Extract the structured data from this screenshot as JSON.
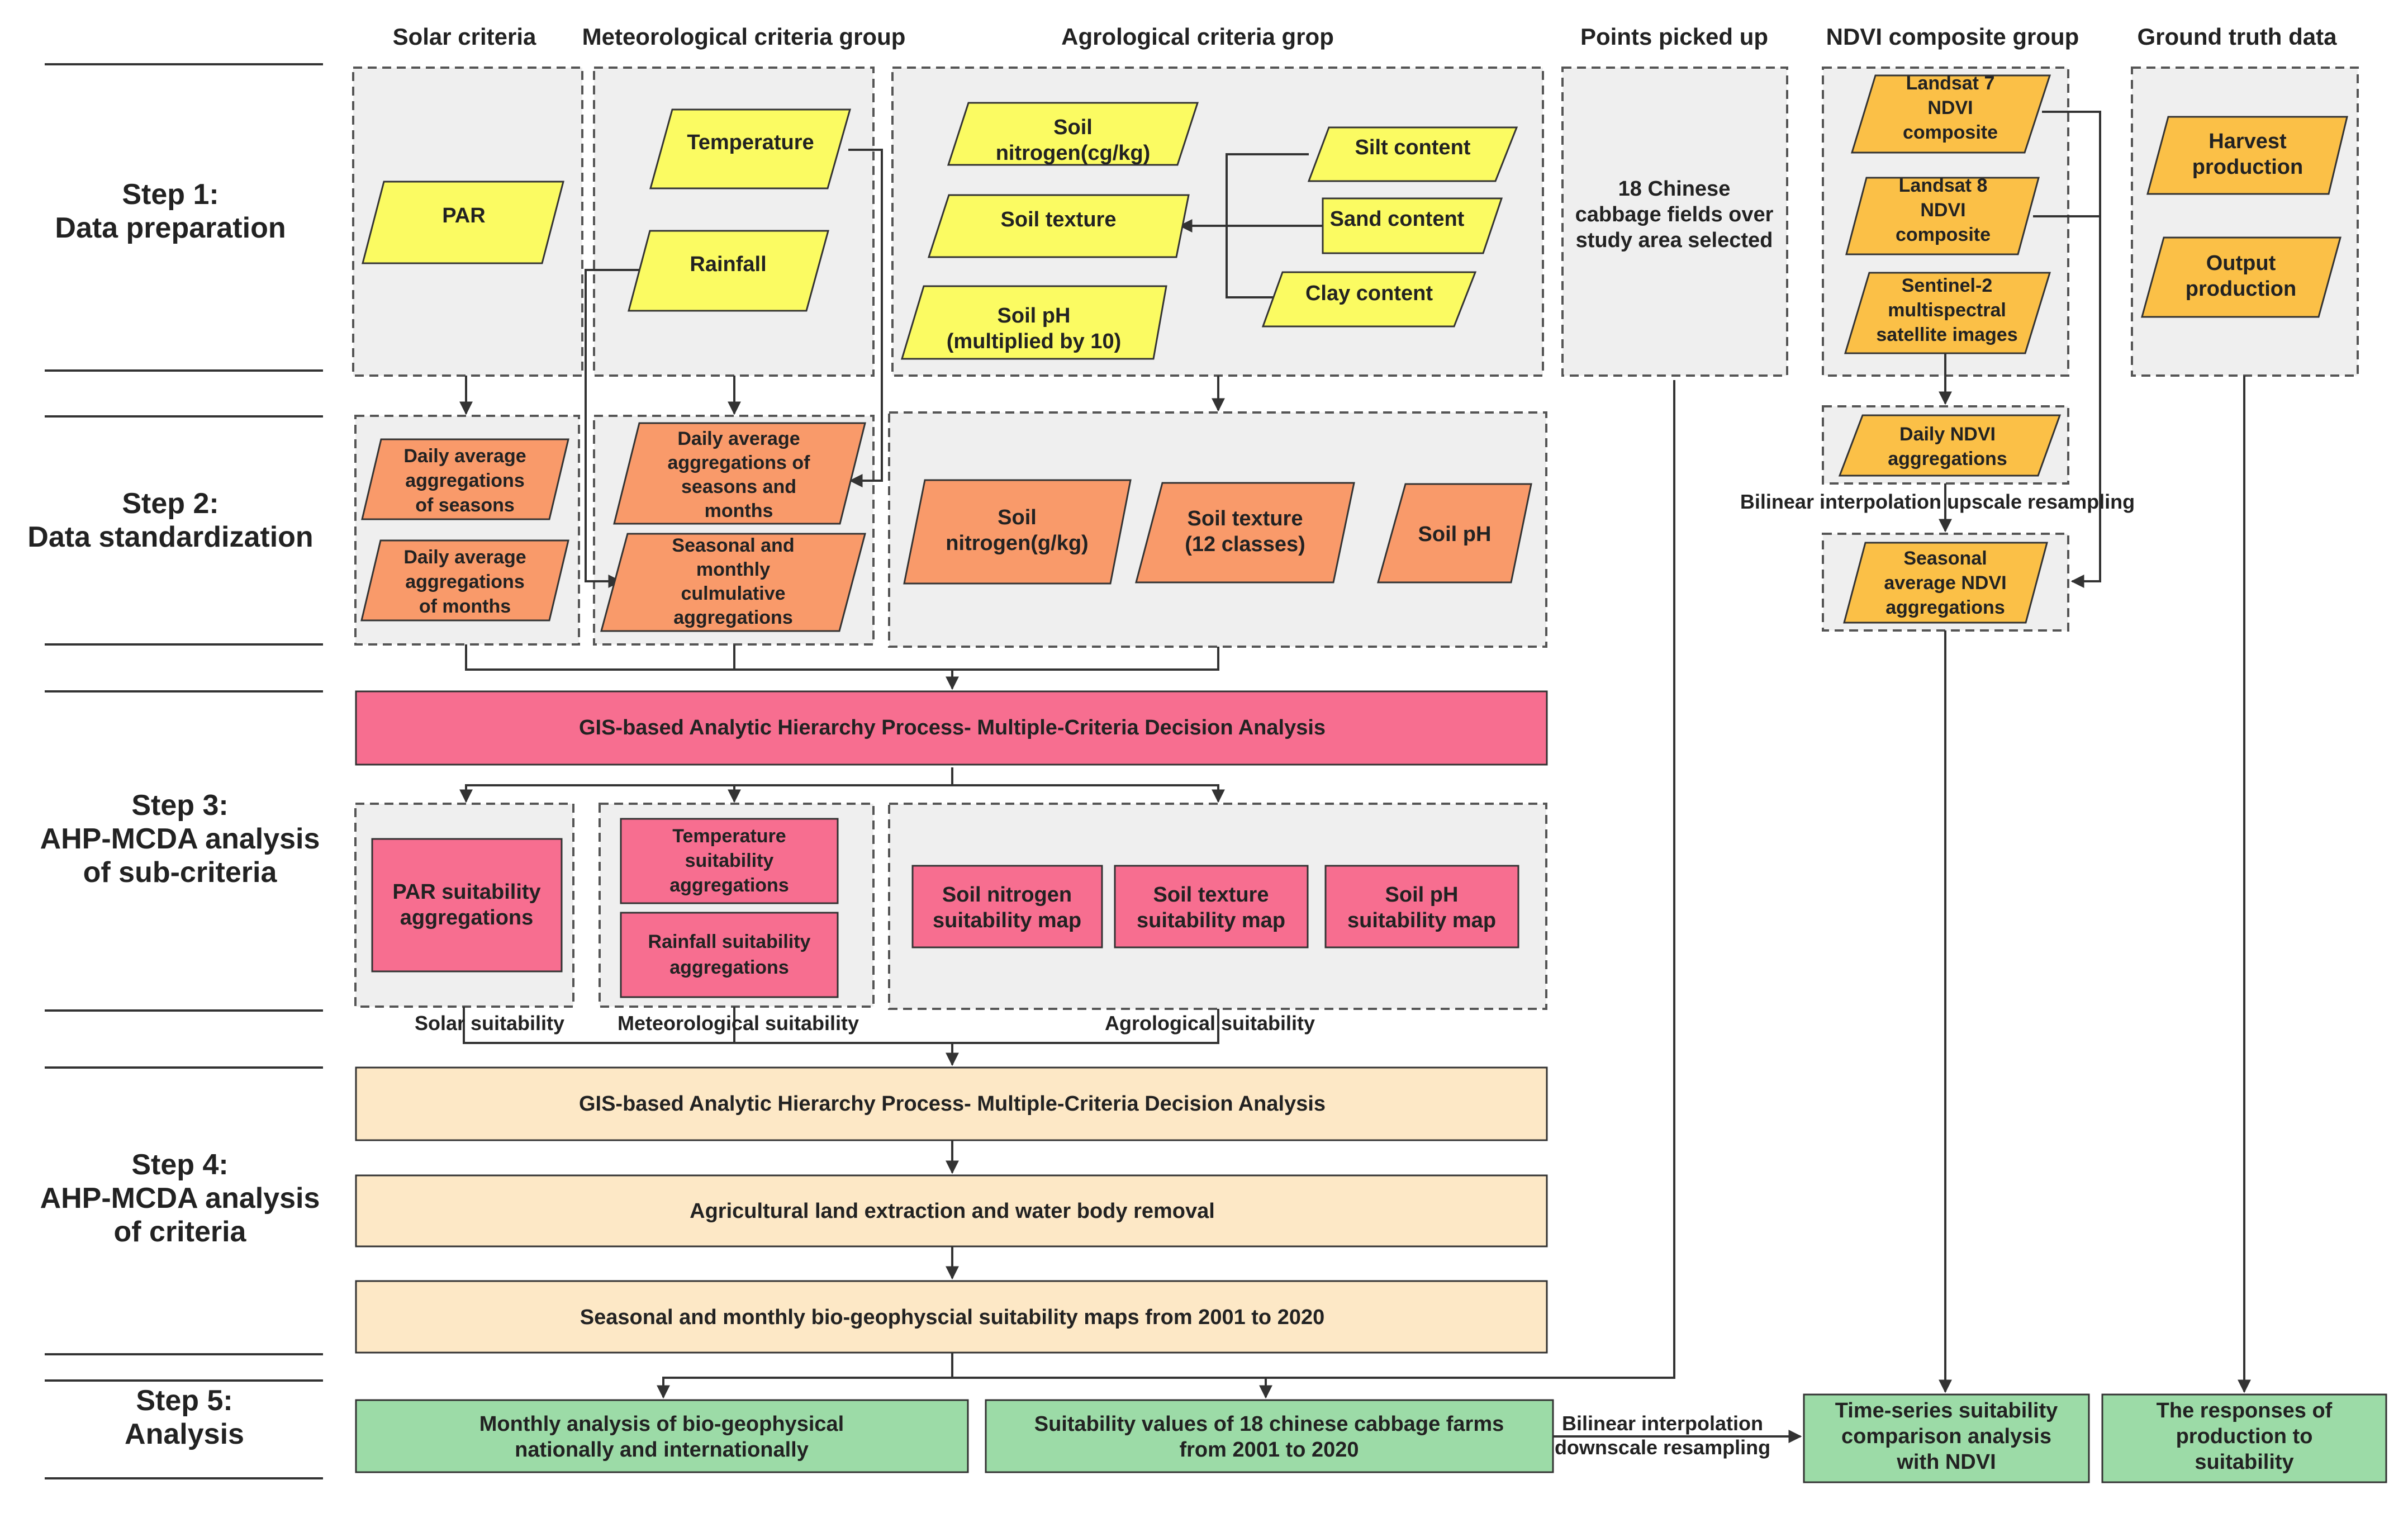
{
  "headers": {
    "solar": "Solar criteria",
    "meteo": "Meteorological criteria group",
    "agro": "Agrological criteria grop",
    "points": "Points picked up",
    "ndvi": "NDVI composite group",
    "ground": "Ground truth data"
  },
  "steps": {
    "s1": [
      "Step 1:",
      "Data preparation"
    ],
    "s2": [
      "Step 2:",
      "Data standardization"
    ],
    "s3": [
      "Step 3:",
      "AHP-MCDA analysis",
      "of sub-criteria"
    ],
    "s4": [
      "Step 4:",
      "AHP-MCDA analysis",
      "of criteria"
    ],
    "s5": [
      "Step 5:",
      "Analysis"
    ]
  },
  "nodes": {
    "par": [
      "PAR"
    ],
    "temperature": [
      "Temperature"
    ],
    "rainfall": [
      "Rainfall"
    ],
    "soil_nitrogen_cg": [
      "Soil",
      "nitrogen(cg/kg)"
    ],
    "soil_texture": [
      "Soil texture"
    ],
    "soil_ph_raw": [
      "Soil pH",
      "(multiplied by 10)"
    ],
    "silt": [
      "Silt content"
    ],
    "sand": [
      "Sand content"
    ],
    "clay": [
      "Clay content"
    ],
    "points_text": [
      "18 Chinese",
      "cabbage fields over",
      "study area selected"
    ],
    "landsat7": [
      "Landsat 7",
      "NDVI",
      "composite"
    ],
    "landsat8": [
      "Landsat 8",
      "NDVI",
      "composite"
    ],
    "sentinel2": [
      "Sentinel-2",
      "multispectral",
      "satellite images"
    ],
    "harvest": [
      "Harvest",
      "production"
    ],
    "output": [
      "Output",
      "production"
    ],
    "daily_seasons": [
      "Daily average",
      "aggregations",
      "of seasons"
    ],
    "daily_months": [
      "Daily average",
      "aggregations",
      "of months"
    ],
    "daily_meteo": [
      "Daily average",
      "aggregations of",
      "seasons and",
      "months"
    ],
    "seasonal_cumulative": [
      "Seasonal and",
      "monthly",
      "culmulative",
      "aggregations"
    ],
    "soil_nitrogen_g": [
      "Soil",
      "nitrogen(g/kg)"
    ],
    "soil_texture_12": [
      "Soil texture",
      "(12 classes)"
    ],
    "soil_ph": [
      "Soil pH"
    ],
    "daily_ndvi": [
      "Daily NDVI",
      "aggregations"
    ],
    "seasonal_ndvi": [
      "Seasonal",
      "average NDVI",
      "aggregations"
    ],
    "gis_ahp_1": [
      "GIS-based Analytic Hierarchy Process- Multiple-Criteria Decision Analysis"
    ],
    "par_suit": [
      "PAR suitability",
      "aggregations"
    ],
    "temp_suit": [
      "Temperature",
      "suitability",
      "aggregations"
    ],
    "rain_suit": [
      "Rainfall suitability",
      "aggregations"
    ],
    "soil_n_suit": [
      "Soil nitrogen",
      "suitability map"
    ],
    "soil_tex_suit": [
      "Soil texture",
      "suitability map"
    ],
    "soil_ph_suit": [
      "Soil pH",
      "suitability map"
    ],
    "gis_ahp_2": [
      "GIS-based Analytic Hierarchy Process- Multiple-Criteria Decision Analysis"
    ],
    "agri_extract": [
      "Agricultural land extraction and water body removal"
    ],
    "suit_maps": [
      "Seasonal and monthly bio-geophyscial suitability maps from 2001 to 2020"
    ],
    "monthly_analysis": [
      "Monthly analysis of bio-geophysical",
      "nationally and internationally"
    ],
    "suit_values": [
      "Suitability values of 18 chinese cabbage farms",
      "from 2001 to 2020"
    ],
    "ts_comparison": [
      "Time-series suitability",
      "comparison analysis",
      "with NDVI"
    ],
    "responses": [
      "The responses of",
      "production to",
      "suitability"
    ]
  },
  "labels": {
    "bilinear_up": "Bilinear interpolation upscale resampling",
    "solar_suit": "Solar suitability",
    "meteo_suit": "Meteorological suitability",
    "agro_suit": "Agrological suitability",
    "bilinear_down": [
      "Bilinear interpolation",
      "downscale resampling"
    ]
  },
  "colors": {
    "yellow": "#fbfb62",
    "orange": "#f99a6a",
    "gold": "#fbc047",
    "pink": "#f76e90",
    "cream": "#fde8c6",
    "green": "#9cdba7",
    "group_fill": "#efefef"
  }
}
